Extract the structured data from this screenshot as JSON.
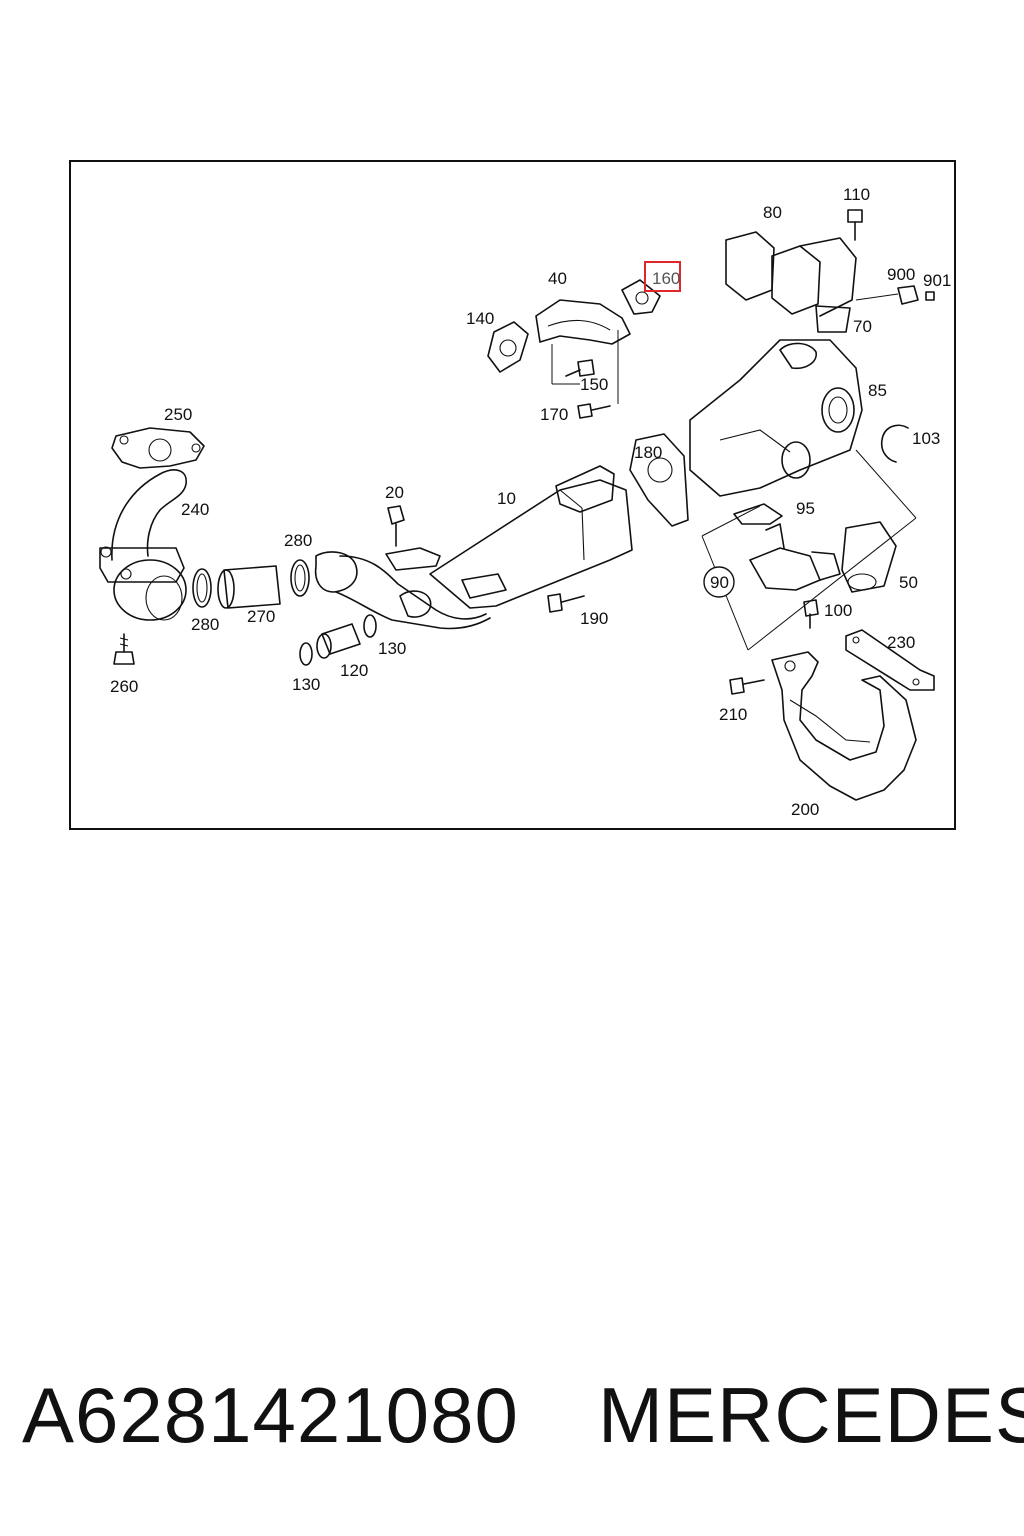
{
  "diagram": {
    "highlight_color": "#e0252b",
    "highlighted_callout": "160",
    "callouts": [
      {
        "id": "c10",
        "text": "10"
      },
      {
        "id": "c20",
        "text": "20"
      },
      {
        "id": "c40",
        "text": "40"
      },
      {
        "id": "c50",
        "text": "50"
      },
      {
        "id": "c70",
        "text": "70"
      },
      {
        "id": "c80",
        "text": "80"
      },
      {
        "id": "c85",
        "text": "85"
      },
      {
        "id": "c90",
        "text": "90"
      },
      {
        "id": "c95",
        "text": "95"
      },
      {
        "id": "c100",
        "text": "100"
      },
      {
        "id": "c103",
        "text": "103"
      },
      {
        "id": "c110",
        "text": "110"
      },
      {
        "id": "c120",
        "text": "120"
      },
      {
        "id": "c130a",
        "text": "130"
      },
      {
        "id": "c130b",
        "text": "130"
      },
      {
        "id": "c140",
        "text": "140"
      },
      {
        "id": "c150",
        "text": "150"
      },
      {
        "id": "c160",
        "text": "160"
      },
      {
        "id": "c170",
        "text": "170"
      },
      {
        "id": "c180",
        "text": "180"
      },
      {
        "id": "c190",
        "text": "190"
      },
      {
        "id": "c200",
        "text": "200"
      },
      {
        "id": "c210",
        "text": "210"
      },
      {
        "id": "c230",
        "text": "230"
      },
      {
        "id": "c240",
        "text": "240"
      },
      {
        "id": "c250",
        "text": "250"
      },
      {
        "id": "c260",
        "text": "260"
      },
      {
        "id": "c270",
        "text": "270"
      },
      {
        "id": "c280a",
        "text": "280"
      },
      {
        "id": "c280b",
        "text": "280"
      },
      {
        "id": "c900",
        "text": "900"
      },
      {
        "id": "c901",
        "text": "901"
      }
    ]
  },
  "footer": {
    "part_number": "A6281421080",
    "brand": "MERCEDES"
  }
}
